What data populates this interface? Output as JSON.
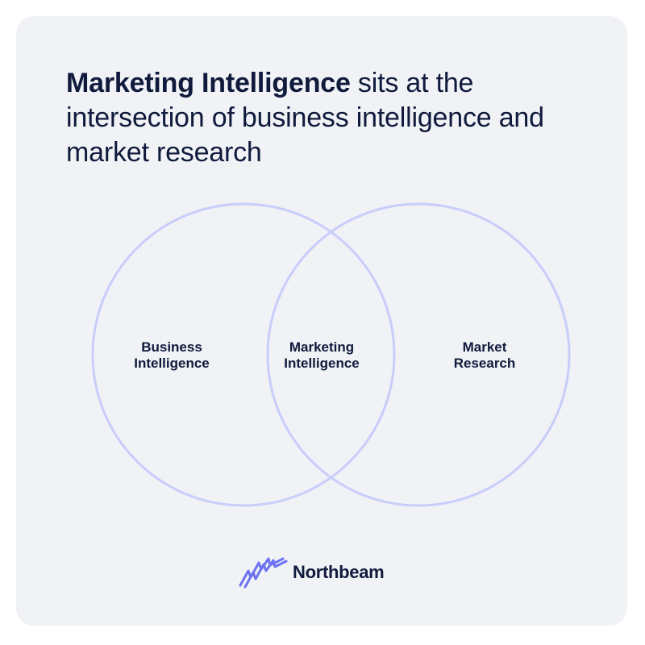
{
  "headline": {
    "emphasis": "Marketing Intelligence",
    "rest": " sits at the intersection of business intelligence and market research"
  },
  "venn": {
    "left": {
      "line1": "Business",
      "line2": "Intelligence"
    },
    "center": {
      "line1": "Marketing",
      "line2": "Intelligence"
    },
    "right": {
      "line1": "Market",
      "line2": "Research"
    }
  },
  "brand": {
    "name": "Northbeam",
    "icon": "northbeam-logo-icon",
    "accent_color": "#6d72f2",
    "outline_color": "#c9cdfb",
    "text_color": "#0f1a3c"
  }
}
